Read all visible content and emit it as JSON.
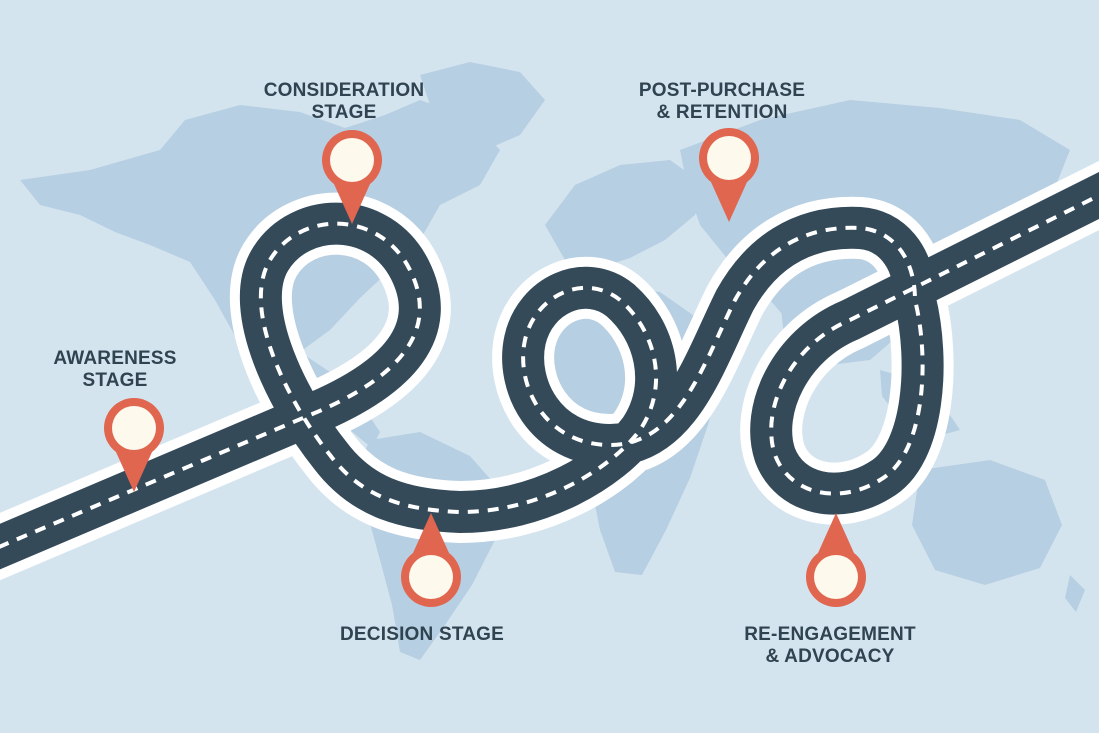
{
  "colors": {
    "background": "#d4e4ef",
    "continents": "#b6cfe2",
    "road": "#344a59",
    "road_border": "#ffffff",
    "road_dash": "#ffffff",
    "pin": "#e06650",
    "pin_center": "#fdf9ec",
    "label_text": "#2f4350"
  },
  "stages": [
    {
      "id": "awareness",
      "lines": [
        "AWARENESS",
        "STAGE"
      ],
      "pin_icon": "map-pin-icon"
    },
    {
      "id": "consideration",
      "lines": [
        "CONSIDERATION",
        "STAGE"
      ],
      "pin_icon": "map-pin-icon"
    },
    {
      "id": "decision",
      "lines": [
        "DECISION STAGE"
      ],
      "pin_icon": "map-pin-icon"
    },
    {
      "id": "post-purchase",
      "lines": [
        "POST-PURCHASE",
        "& RETENTION"
      ],
      "pin_icon": "map-pin-icon"
    },
    {
      "id": "re-engagement",
      "lines": [
        "RE-ENGAGEMENT",
        "& ADVOCACY"
      ],
      "pin_icon": "map-pin-icon"
    }
  ]
}
